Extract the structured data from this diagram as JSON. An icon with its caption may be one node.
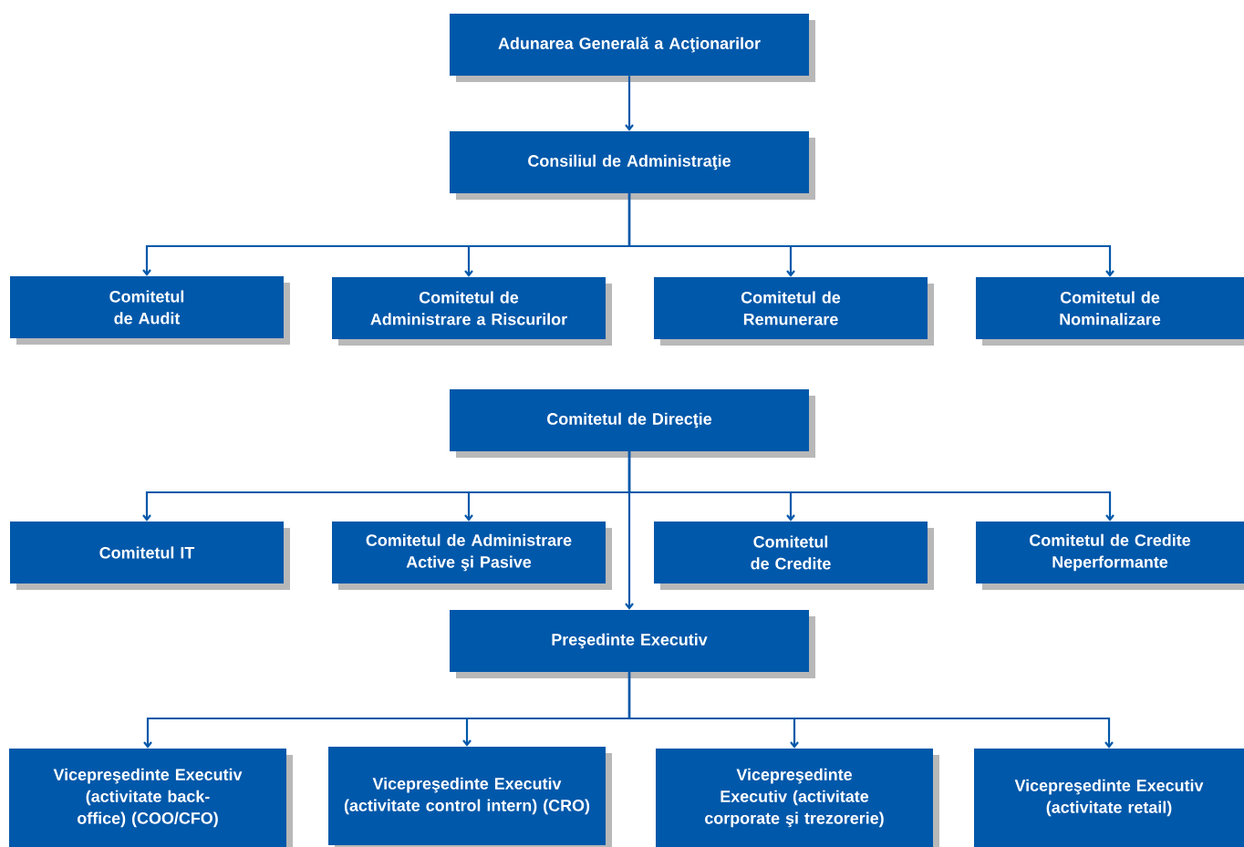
{
  "diagram": {
    "nodes": [
      {
        "text": [
          "Adunarea Generală a Acţionarilor"
        ]
      },
      {
        "text": [
          "Consiliul de Administraţie"
        ]
      },
      {
        "text": [
          "Comitetul de Audit"
        ]
      },
      {
        "text": [
          "Comitetul de Administrare a Riscurilor"
        ]
      },
      {
        "text": [
          "Comitetul de Remunerare"
        ]
      },
      {
        "text": [
          "Comitetul de Nominalizare"
        ]
      },
      {
        "text": [
          "Comitetul de Direcţie"
        ]
      },
      {
        "text": [
          "Comitetul IT"
        ]
      },
      {
        "text": [
          "Comitetul de Administrare Active şi Pasive"
        ]
      },
      {
        "text": [
          "Comitetul de Credite"
        ]
      },
      {
        "text": [
          "Comitetul de Credite Neperformante"
        ]
      },
      {
        "text": [
          "Preşedinte Executiv"
        ]
      },
      {
        "text": [
          "Vicepreşedinte Executiv (activitate back-office) (COO/CFO)"
        ]
      },
      {
        "text": [
          "Vicepreşedinte Executiv (activitate control intern) (CRO)"
        ]
      },
      {
        "text": [
          "Vicepreşedinte Executiv (activitate corporate şi trezorerie)"
        ]
      },
      {
        "text": [
          "Vicepreşedinte Executiv (activitate retail)"
        ]
      }
    ],
    "edges": [
      {
        "from": 0,
        "to": 1,
        "arrow": "to"
      },
      {
        "from": 1,
        "to": 2,
        "arrow": "to"
      },
      {
        "from": 1,
        "to": 3,
        "arrow": "to"
      },
      {
        "from": 1,
        "to": 4,
        "arrow": "to"
      },
      {
        "from": 1,
        "to": 5,
        "arrow": "to"
      },
      {
        "from": 6,
        "to": 7,
        "arrow": "to"
      },
      {
        "from": 6,
        "to": 8,
        "arrow": "to"
      },
      {
        "from": 6,
        "to": 9,
        "arrow": "to"
      },
      {
        "from": 6,
        "to": 10,
        "arrow": "to"
      },
      {
        "from": 6,
        "to": 11,
        "arrow": "to"
      },
      {
        "from": 11,
        "to": 12,
        "arrow": "to"
      },
      {
        "from": 11,
        "to": 13,
        "arrow": "to"
      },
      {
        "from": 11,
        "to": 14,
        "arrow": "to"
      },
      {
        "from": 11,
        "to": 15,
        "arrow": "to"
      }
    ]
  }
}
